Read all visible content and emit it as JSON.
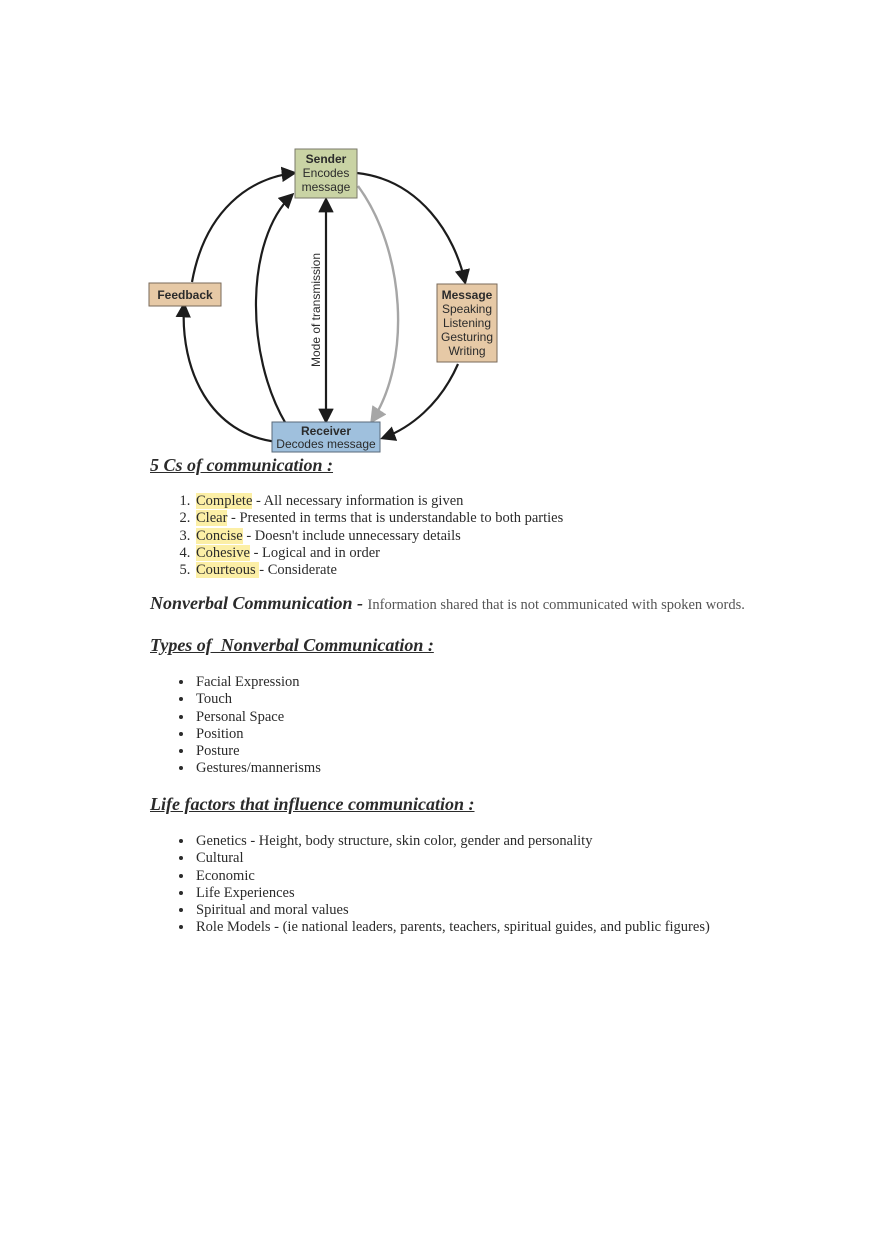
{
  "diagram": {
    "sender": {
      "title": "Sender",
      "line1": "Encodes",
      "line2": "message"
    },
    "message": {
      "title": "Message",
      "lines": [
        "Speaking",
        "Listening",
        "Gesturing",
        "Writing"
      ]
    },
    "feedback": {
      "title": "Feedback"
    },
    "receiver": {
      "title": "Receiver",
      "line1": "Decodes message"
    },
    "mode_label": "Mode of transmission",
    "colors": {
      "sender_fill": "#c9d3a4",
      "message_fill": "#e6c9a6",
      "feedback_fill": "#e6c9a6",
      "receiver_fill": "#9fc0dd",
      "arrow_dark": "#1c1c1c",
      "arrow_gray": "#a6a6a6"
    }
  },
  "five_cs": {
    "heading": "5 Cs of communication :",
    "items": [
      {
        "term": "Complete",
        "desc": " - All necessary information is given"
      },
      {
        "term": "Clear",
        "desc": " - Presented in terms that is understandable to both parties"
      },
      {
        "term": "Concise",
        "desc": " - Doesn't include unnecessary details"
      },
      {
        "term": "Cohesive",
        "desc": " - Logical and in order"
      },
      {
        "term": "Courteous ",
        "desc": "- Considerate"
      }
    ],
    "highlight_color": "#fcefa6"
  },
  "nonverbal": {
    "term": "Nonverbal Communication - ",
    "definition": "Information shared that is not communicated with spoken words."
  },
  "types_nonverbal": {
    "heading": "Types of  Nonverbal Communication :",
    "items": [
      "Facial Expression",
      "Touch",
      "Personal Space",
      "Position",
      "Posture",
      "Gestures/mannerisms"
    ]
  },
  "life_factors": {
    "heading": "Life factors that influence communication :",
    "items": [
      "Genetics - Height, body structure, skin color, gender and personality",
      "Cultural",
      "Economic",
      "Life Experiences",
      "Spiritual and moral values",
      "Role Models - (ie national leaders, parents, teachers, spiritual guides, and public figures)"
    ]
  }
}
